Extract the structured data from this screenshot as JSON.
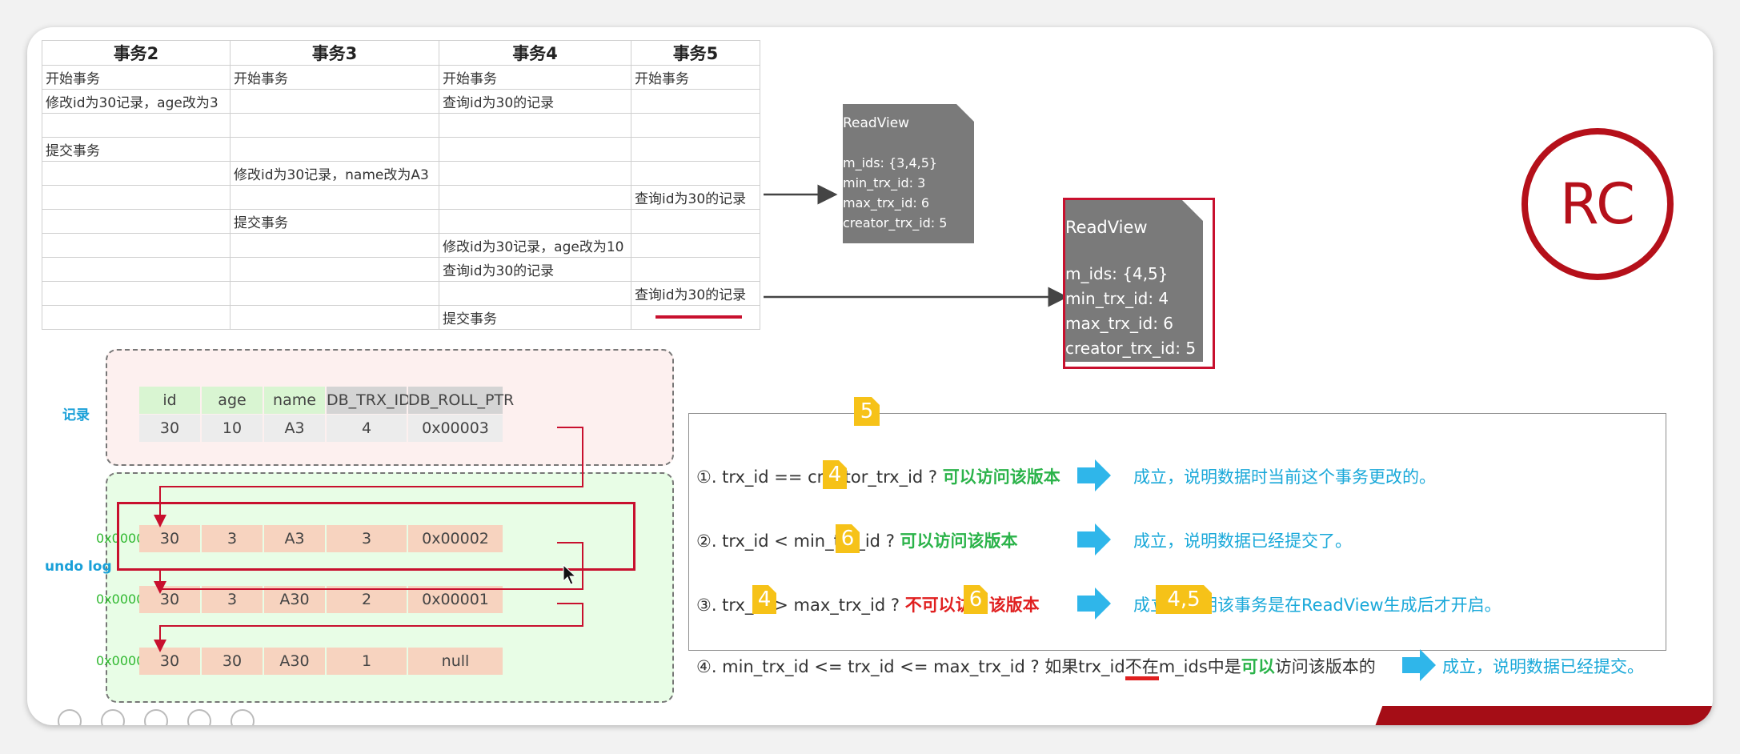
{
  "table": {
    "headers": [
      "事务2",
      "事务3",
      "事务4",
      "事务5"
    ],
    "rows": [
      [
        "开始事务",
        "开始事务",
        "开始事务",
        "开始事务"
      ],
      [
        "修改id为30记录，age改为3",
        "",
        "查询id为30的记录",
        ""
      ],
      [
        "",
        "",
        "",
        ""
      ],
      [
        "提交事务",
        "",
        "",
        ""
      ],
      [
        "",
        "修改id为30记录，name改为A3",
        "",
        ""
      ],
      [
        "",
        "",
        "",
        "查询id为30的记录"
      ],
      [
        "",
        "提交事务",
        "",
        ""
      ],
      [
        "",
        "",
        "修改id为30记录，age改为10",
        ""
      ],
      [
        "",
        "",
        "查询id为30的记录",
        ""
      ],
      [
        "",
        "",
        "",
        "查询id为30的记录"
      ],
      [
        "",
        "",
        "提交事务",
        ""
      ]
    ]
  },
  "readview1": {
    "title": "ReadView",
    "lines": [
      "m_ids: {3,4,5}",
      "min_trx_id: 3",
      "max_trx_id: 6",
      "creator_trx_id: 5"
    ]
  },
  "readview2": {
    "title": "ReadView",
    "lines": [
      "m_ids: {4,5}",
      "min_trx_id: 4",
      "max_trx_id: 6",
      "creator_trx_id: 5"
    ]
  },
  "rc_label": "RC",
  "record": {
    "label": "记录",
    "headers": [
      "id",
      "age",
      "name",
      "DB_TRX_ID",
      "DB_ROLL_PTR"
    ],
    "row": [
      "30",
      "10",
      "A3",
      "4",
      "0x00003"
    ]
  },
  "undo": {
    "label": "undo log",
    "rows": [
      {
        "addr": "0x00003",
        "cells": [
          "30",
          "3",
          "A3",
          "3",
          "0x00002"
        ]
      },
      {
        "addr": "0x00002",
        "cells": [
          "30",
          "3",
          "A30",
          "2",
          "0x00001"
        ]
      },
      {
        "addr": "0x00001",
        "cells": [
          "30",
          "30",
          "A30",
          "1",
          "null"
        ]
      }
    ]
  },
  "rules": [
    {
      "prefix": "①. trx_id  == creator_trx_id ?",
      "verdict": "可以访问该版本",
      "result": "成立，说明数据时当前这个事务更改的。",
      "badges": [
        "5"
      ]
    },
    {
      "prefix": "②. trx_id < min_trx_id ?",
      "verdict": "可以访问该版本",
      "result": "成立，说明数据已经提交了。",
      "badges": [
        "4"
      ]
    },
    {
      "prefix": "③. trx_id > max_trx_id ?",
      "verdict": "不可以访问该版本",
      "result": "成立，说明该事务是在ReadView生成后才开启。",
      "badges": [
        "6"
      ]
    },
    {
      "prefix": "④. min_trx_id <= trx_id <= max_trx_id ?  如果trx_id",
      "emph": "不在",
      "mid": "m_ids中是",
      "verdict": "可以",
      "suffix": "访问该版本的",
      "result": "成立，说明数据已经提交。",
      "badges": [
        "4",
        "6",
        "4,5"
      ]
    }
  ],
  "colors": {
    "accent_red": "#c8102e",
    "ok_green": "#2bb34a",
    "bad_red": "#e02020",
    "info_blue": "#19a8d9",
    "badge_yellow": "#f6c218"
  }
}
